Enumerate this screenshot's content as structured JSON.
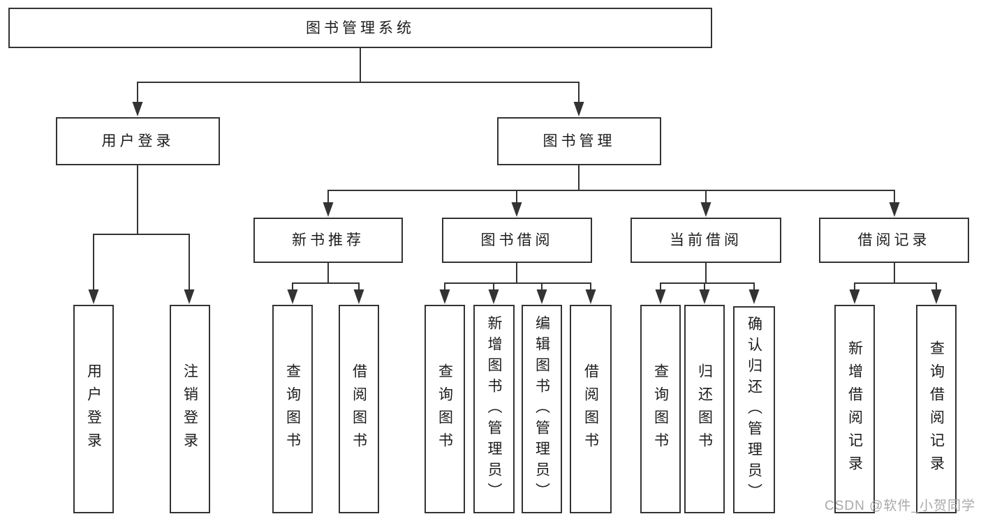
{
  "diagram": {
    "root": {
      "label": "图书管理系统"
    },
    "branches": [
      {
        "label": "用户登录",
        "children": [
          {
            "label": "用户登录"
          },
          {
            "label": "注销登录"
          }
        ]
      },
      {
        "label": "图书管理",
        "children": [
          {
            "label": "新书推荐",
            "children": [
              {
                "label": "查询图书"
              },
              {
                "label": "借阅图书"
              }
            ]
          },
          {
            "label": "图书借阅",
            "children": [
              {
                "label": "查询图书"
              },
              {
                "label": "新增图书（管理员）"
              },
              {
                "label": "编辑图书（管理员）"
              },
              {
                "label": "借阅图书"
              }
            ]
          },
          {
            "label": "当前借阅",
            "children": [
              {
                "label": "查询图书"
              },
              {
                "label": "归还图书"
              },
              {
                "label": "确认归还（管理员）"
              }
            ]
          },
          {
            "label": "借阅记录",
            "children": [
              {
                "label": "新增借阅记录"
              },
              {
                "label": "查询借阅记录"
              }
            ]
          }
        ]
      }
    ]
  },
  "watermark": {
    "text": "CSDN @软件_小贺同学"
  },
  "colors": {
    "line": "#333333",
    "text": "#1c1c1c",
    "watermark": "#a9a9a9",
    "background": "#ffffff"
  }
}
